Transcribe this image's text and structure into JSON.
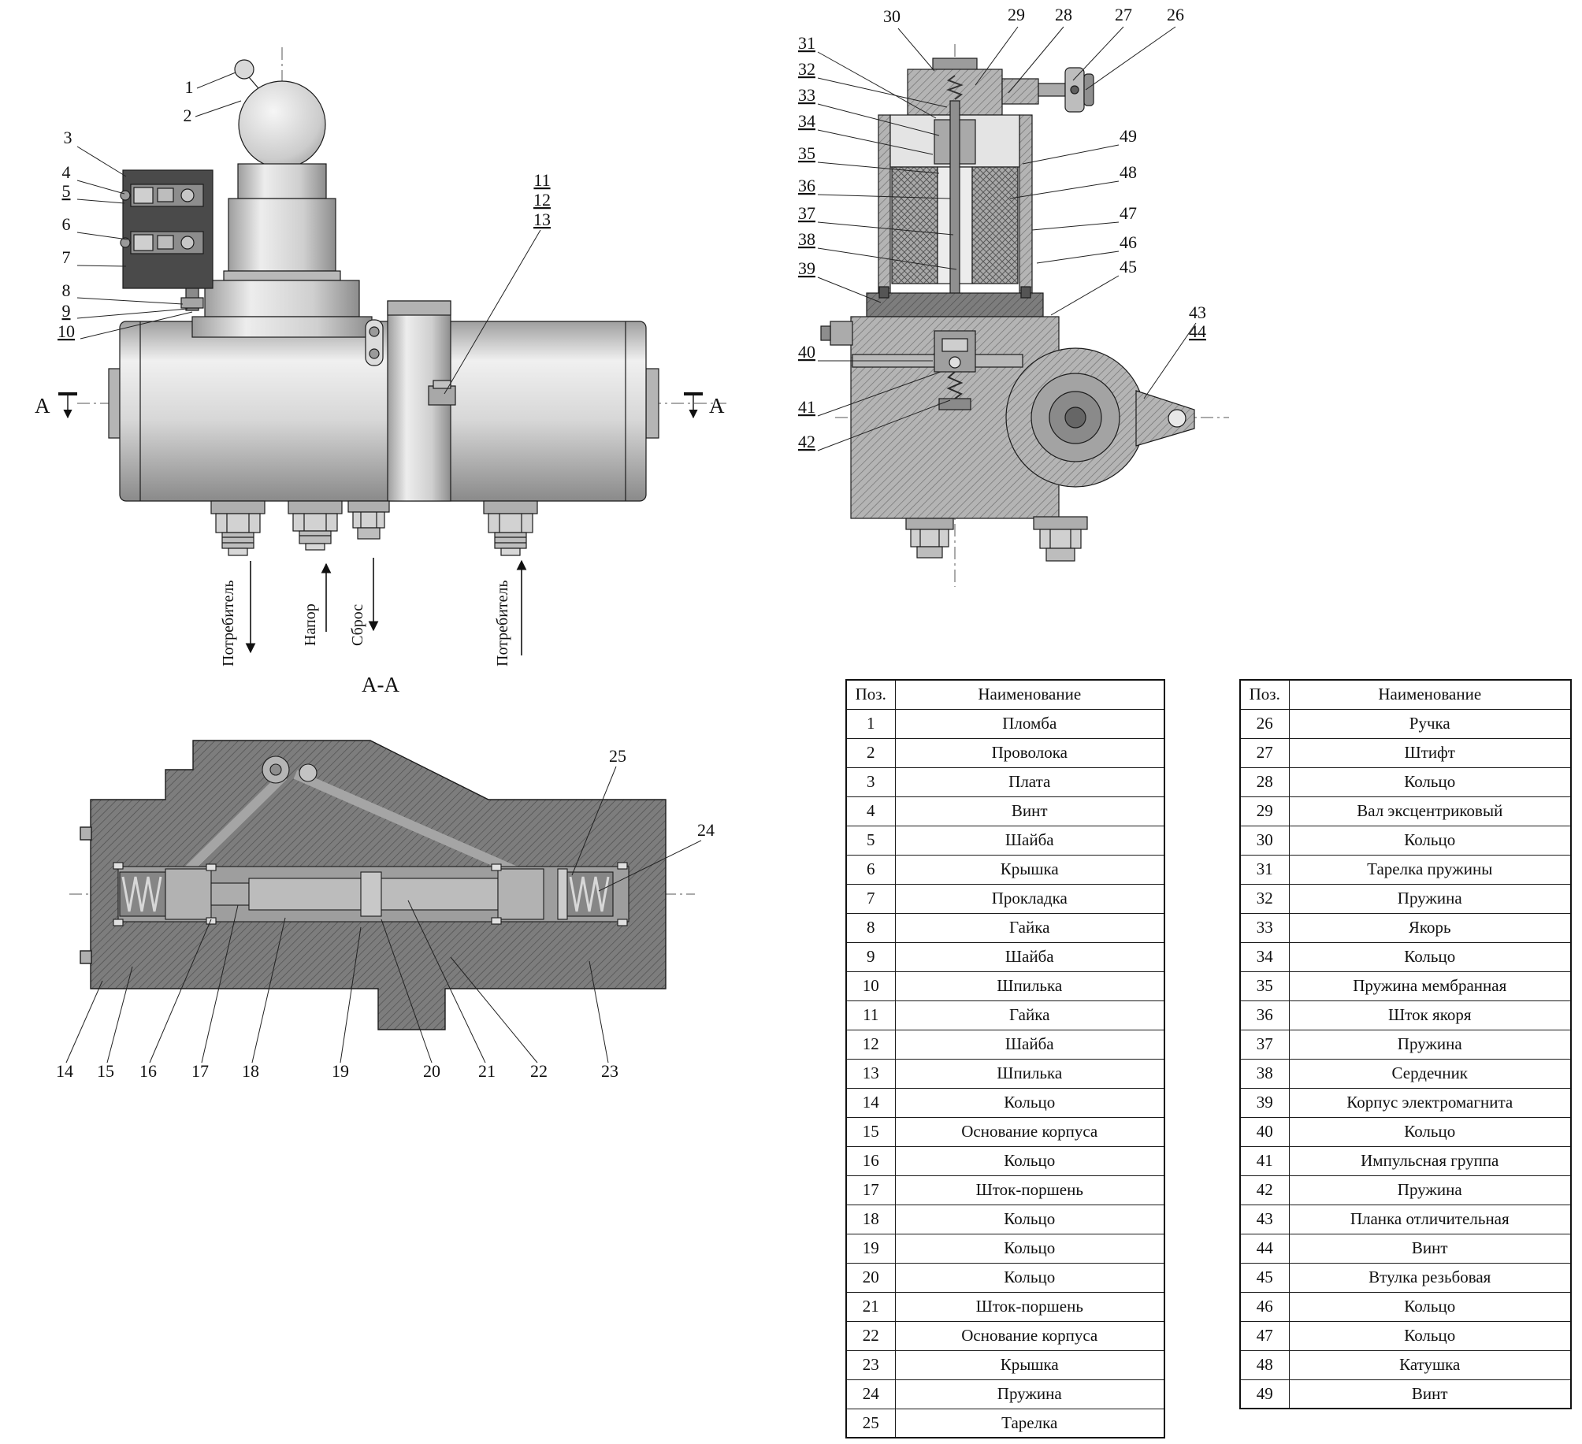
{
  "labels": {
    "section_title": "А-А",
    "section_marker_left": "А",
    "section_marker_right": "А"
  },
  "ports": {
    "consumer_left": "Потребитель",
    "head": "Напор",
    "drain": "Сброс",
    "consumer_right": "Потребитель"
  },
  "callouts": {
    "c1": "1",
    "c2": "2",
    "c3": "3",
    "c4": "4",
    "c5": "5",
    "c6": "6",
    "c7": "7",
    "c8": "8",
    "c9": "9",
    "c10": "10",
    "c11": "11",
    "c12": "12",
    "c13": "13",
    "c14": "14",
    "c15": "15",
    "c16": "16",
    "c17": "17",
    "c18": "18",
    "c19": "19",
    "c20": "20",
    "c21": "21",
    "c22": "22",
    "c23": "23",
    "c24": "24",
    "c25": "25",
    "c26": "26",
    "c27": "27",
    "c28": "28",
    "c29": "29",
    "c30": "30",
    "c31": "31",
    "c32": "32",
    "c33": "33",
    "c34": "34",
    "c35": "35",
    "c36": "36",
    "c37": "37",
    "c38": "38",
    "c39": "39",
    "c40": "40",
    "c41": "41",
    "c42": "42",
    "c43": "43",
    "c44": "44",
    "c45": "45",
    "c46": "46",
    "c47": "47",
    "c48": "48",
    "c49": "49"
  },
  "table1": {
    "col_pos": "Поз.",
    "col_name": "Наименование",
    "rows": [
      [
        "1",
        "Пломба"
      ],
      [
        "2",
        "Проволока"
      ],
      [
        "3",
        "Плата"
      ],
      [
        "4",
        "Винт"
      ],
      [
        "5",
        "Шайба"
      ],
      [
        "6",
        "Крышка"
      ],
      [
        "7",
        "Прокладка"
      ],
      [
        "8",
        "Гайка"
      ],
      [
        "9",
        "Шайба"
      ],
      [
        "10",
        "Шпилька"
      ],
      [
        "11",
        "Гайка"
      ],
      [
        "12",
        "Шайба"
      ],
      [
        "13",
        "Шпилька"
      ],
      [
        "14",
        "Кольцо"
      ],
      [
        "15",
        "Основание корпуса"
      ],
      [
        "16",
        "Кольцо"
      ],
      [
        "17",
        "Шток-поршень"
      ],
      [
        "18",
        "Кольцо"
      ],
      [
        "19",
        "Кольцо"
      ],
      [
        "20",
        "Кольцо"
      ],
      [
        "21",
        "Шток-поршень"
      ],
      [
        "22",
        "Основание корпуса"
      ],
      [
        "23",
        "Крышка"
      ],
      [
        "24",
        "Пружина"
      ],
      [
        "25",
        "Тарелка"
      ]
    ]
  },
  "table2": {
    "col_pos": "Поз.",
    "col_name": "Наименование",
    "rows": [
      [
        "26",
        "Ручка"
      ],
      [
        "27",
        "Штифт"
      ],
      [
        "28",
        "Кольцо"
      ],
      [
        "29",
        "Вал эксцентриковый"
      ],
      [
        "30",
        "Кольцо"
      ],
      [
        "31",
        "Тарелка пружины"
      ],
      [
        "32",
        "Пружина"
      ],
      [
        "33",
        "Якорь"
      ],
      [
        "34",
        "Кольцо"
      ],
      [
        "35",
        "Пружина мембранная"
      ],
      [
        "36",
        "Шток якоря"
      ],
      [
        "37",
        "Пружина"
      ],
      [
        "38",
        "Сердечник"
      ],
      [
        "39",
        "Корпус электромагнита"
      ],
      [
        "40",
        "Кольцо"
      ],
      [
        "41",
        "Импульсная группа"
      ],
      [
        "42",
        "Пружина"
      ],
      [
        "43",
        "Планка отличительная"
      ],
      [
        "44",
        "Винт"
      ],
      [
        "45",
        "Втулка резьбовая"
      ],
      [
        "46",
        "Кольцо"
      ],
      [
        "47",
        "Кольцо"
      ],
      [
        "48",
        "Катушка"
      ],
      [
        "49",
        "Винт"
      ]
    ]
  }
}
